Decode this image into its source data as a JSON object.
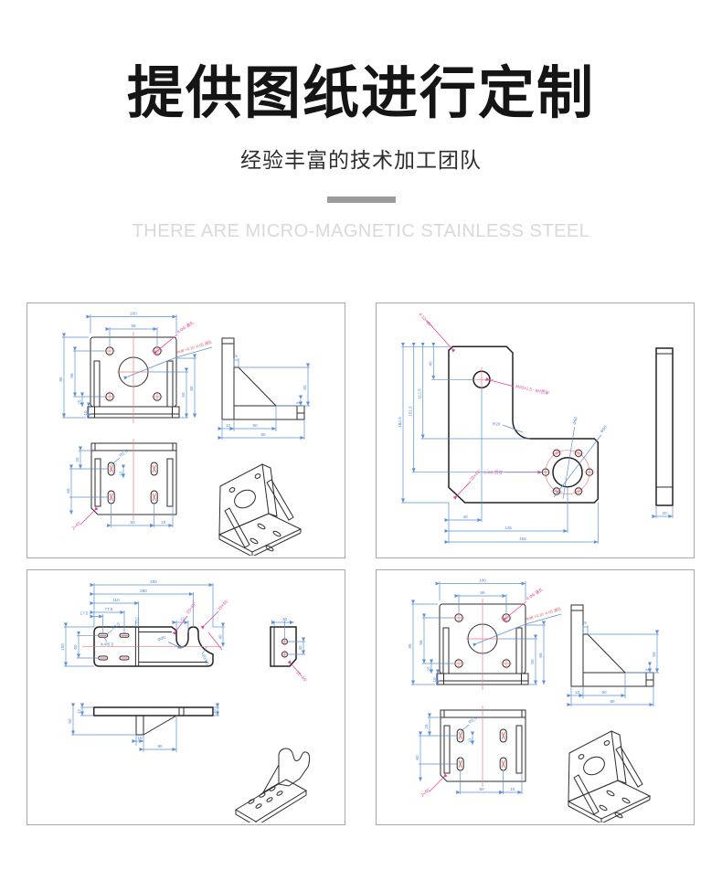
{
  "header": {
    "title": "提供图纸进行定制",
    "subtitle": "经验丰富的技术加工团队",
    "tagline": "THERE ARE MICRO-MAGNETIC STAINLESS STEEL"
  },
  "colors": {
    "title": "#151515",
    "divider": "#9c9c9c",
    "tagline": "#d9d9d9",
    "panel_border": "#a9a9a9",
    "outline": "#2d2d2d",
    "dimension_blue": "#5b8fd8",
    "centerline_red": "#e87f7f",
    "annotation_magenta": "#e2459a"
  },
  "motor": {
    "front": {
      "w": "100",
      "hs": "56",
      "h": "95",
      "hv": "56",
      "lb1": "25",
      "lb2": "10",
      "r1": "50",
      "r2": "65",
      "ann_holes": "4-Φ6 通孔",
      "ann_bore": "Φ38 +0.10 -0.05 通孔"
    },
    "side": {
      "t": "5",
      "r1": "50",
      "r2": "3",
      "b1": "10",
      "b2": "50",
      "b3": "80"
    },
    "base": {
      "l1": "25",
      "l2": "60",
      "slot": "R5.5",
      "s1": "10",
      "b1": "50",
      "b2": "10",
      "ch": "2×45°"
    }
  },
  "lplate": {
    "v1": "182.5",
    "v2": "151.5",
    "v3": "112.5",
    "v4": "40",
    "b1": "40",
    "b2": "145",
    "b3": "165",
    "bar": "20",
    "a1": "4-10×45°",
    "a2": "M20×1.5 - 6H贯穿",
    "a3": "6-Φ9 贯穿",
    "a4": "20×45°",
    "r20": "R20",
    "d60": "Φ60",
    "d90": "Φ90"
  },
  "hook": {
    "t1": "300",
    "t2": "280",
    "t3": "110",
    "t4": "77.5",
    "t5": "17.5",
    "s1": "11",
    "s2": "12",
    "r1": "40",
    "l1": "100",
    "l2": "60",
    "slot": "R5.5",
    "slots": "4-Φ5.5",
    "n1": "Φ20",
    "n2": "R16.5",
    "m1": "20×45°",
    "m2": "15×45°",
    "sv": {
      "l1": "12",
      "l2": "50",
      "b1": "15",
      "b2": "90",
      "r1": "10"
    },
    "ev": {
      "t": "30",
      "r": "40",
      "m": "10×45°"
    }
  }
}
